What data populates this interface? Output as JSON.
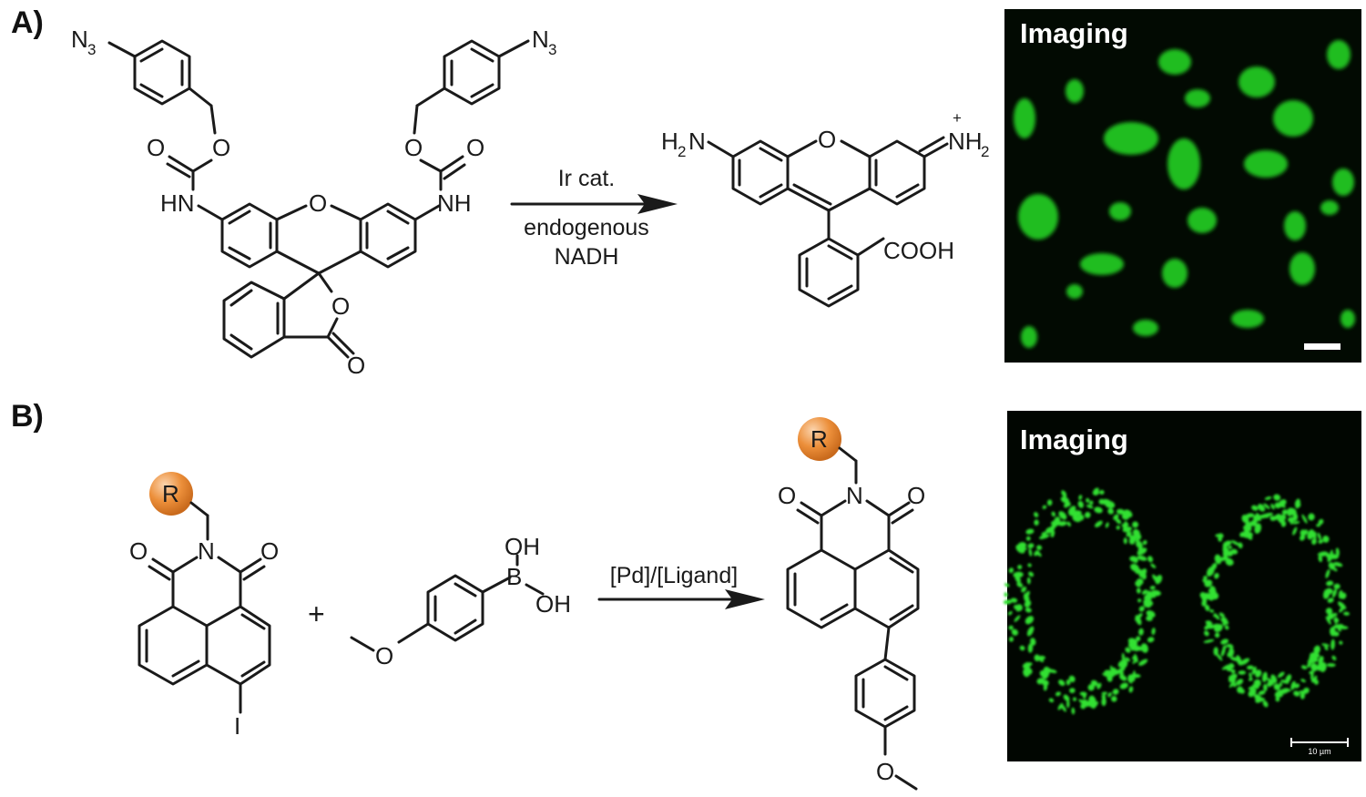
{
  "panel_a": {
    "label": "A)",
    "reagents": {
      "line1": "Ir cat.",
      "line2": "endogenous",
      "line3": "NADH"
    },
    "reactant_atoms": [
      "N",
      "3",
      "N",
      "3",
      "O",
      "O",
      "O",
      "O",
      "HN",
      "NH",
      "O",
      "O",
      "O"
    ],
    "product_atoms": [
      "H",
      "2",
      "N",
      "O",
      "+",
      "NH",
      "2",
      "COOH"
    ],
    "image_title": "Imaging"
  },
  "panel_b": {
    "label": "B)",
    "reagents": {
      "line1": "[Pd]/[Ligand]"
    },
    "plus": "+",
    "r_group": "R",
    "reactant_atoms": [
      "O",
      "N",
      "O",
      "I"
    ],
    "boronic_atoms": [
      "OH",
      "B",
      "OH",
      "O"
    ],
    "product_atoms": [
      "O",
      "N",
      "O",
      "O"
    ],
    "image_title": "Imaging",
    "scale_bar_label": "10 µm"
  },
  "colors": {
    "cell_fluorescence": "#22c722",
    "r_group": "#e88930",
    "micrograph_background": "#020a02"
  }
}
